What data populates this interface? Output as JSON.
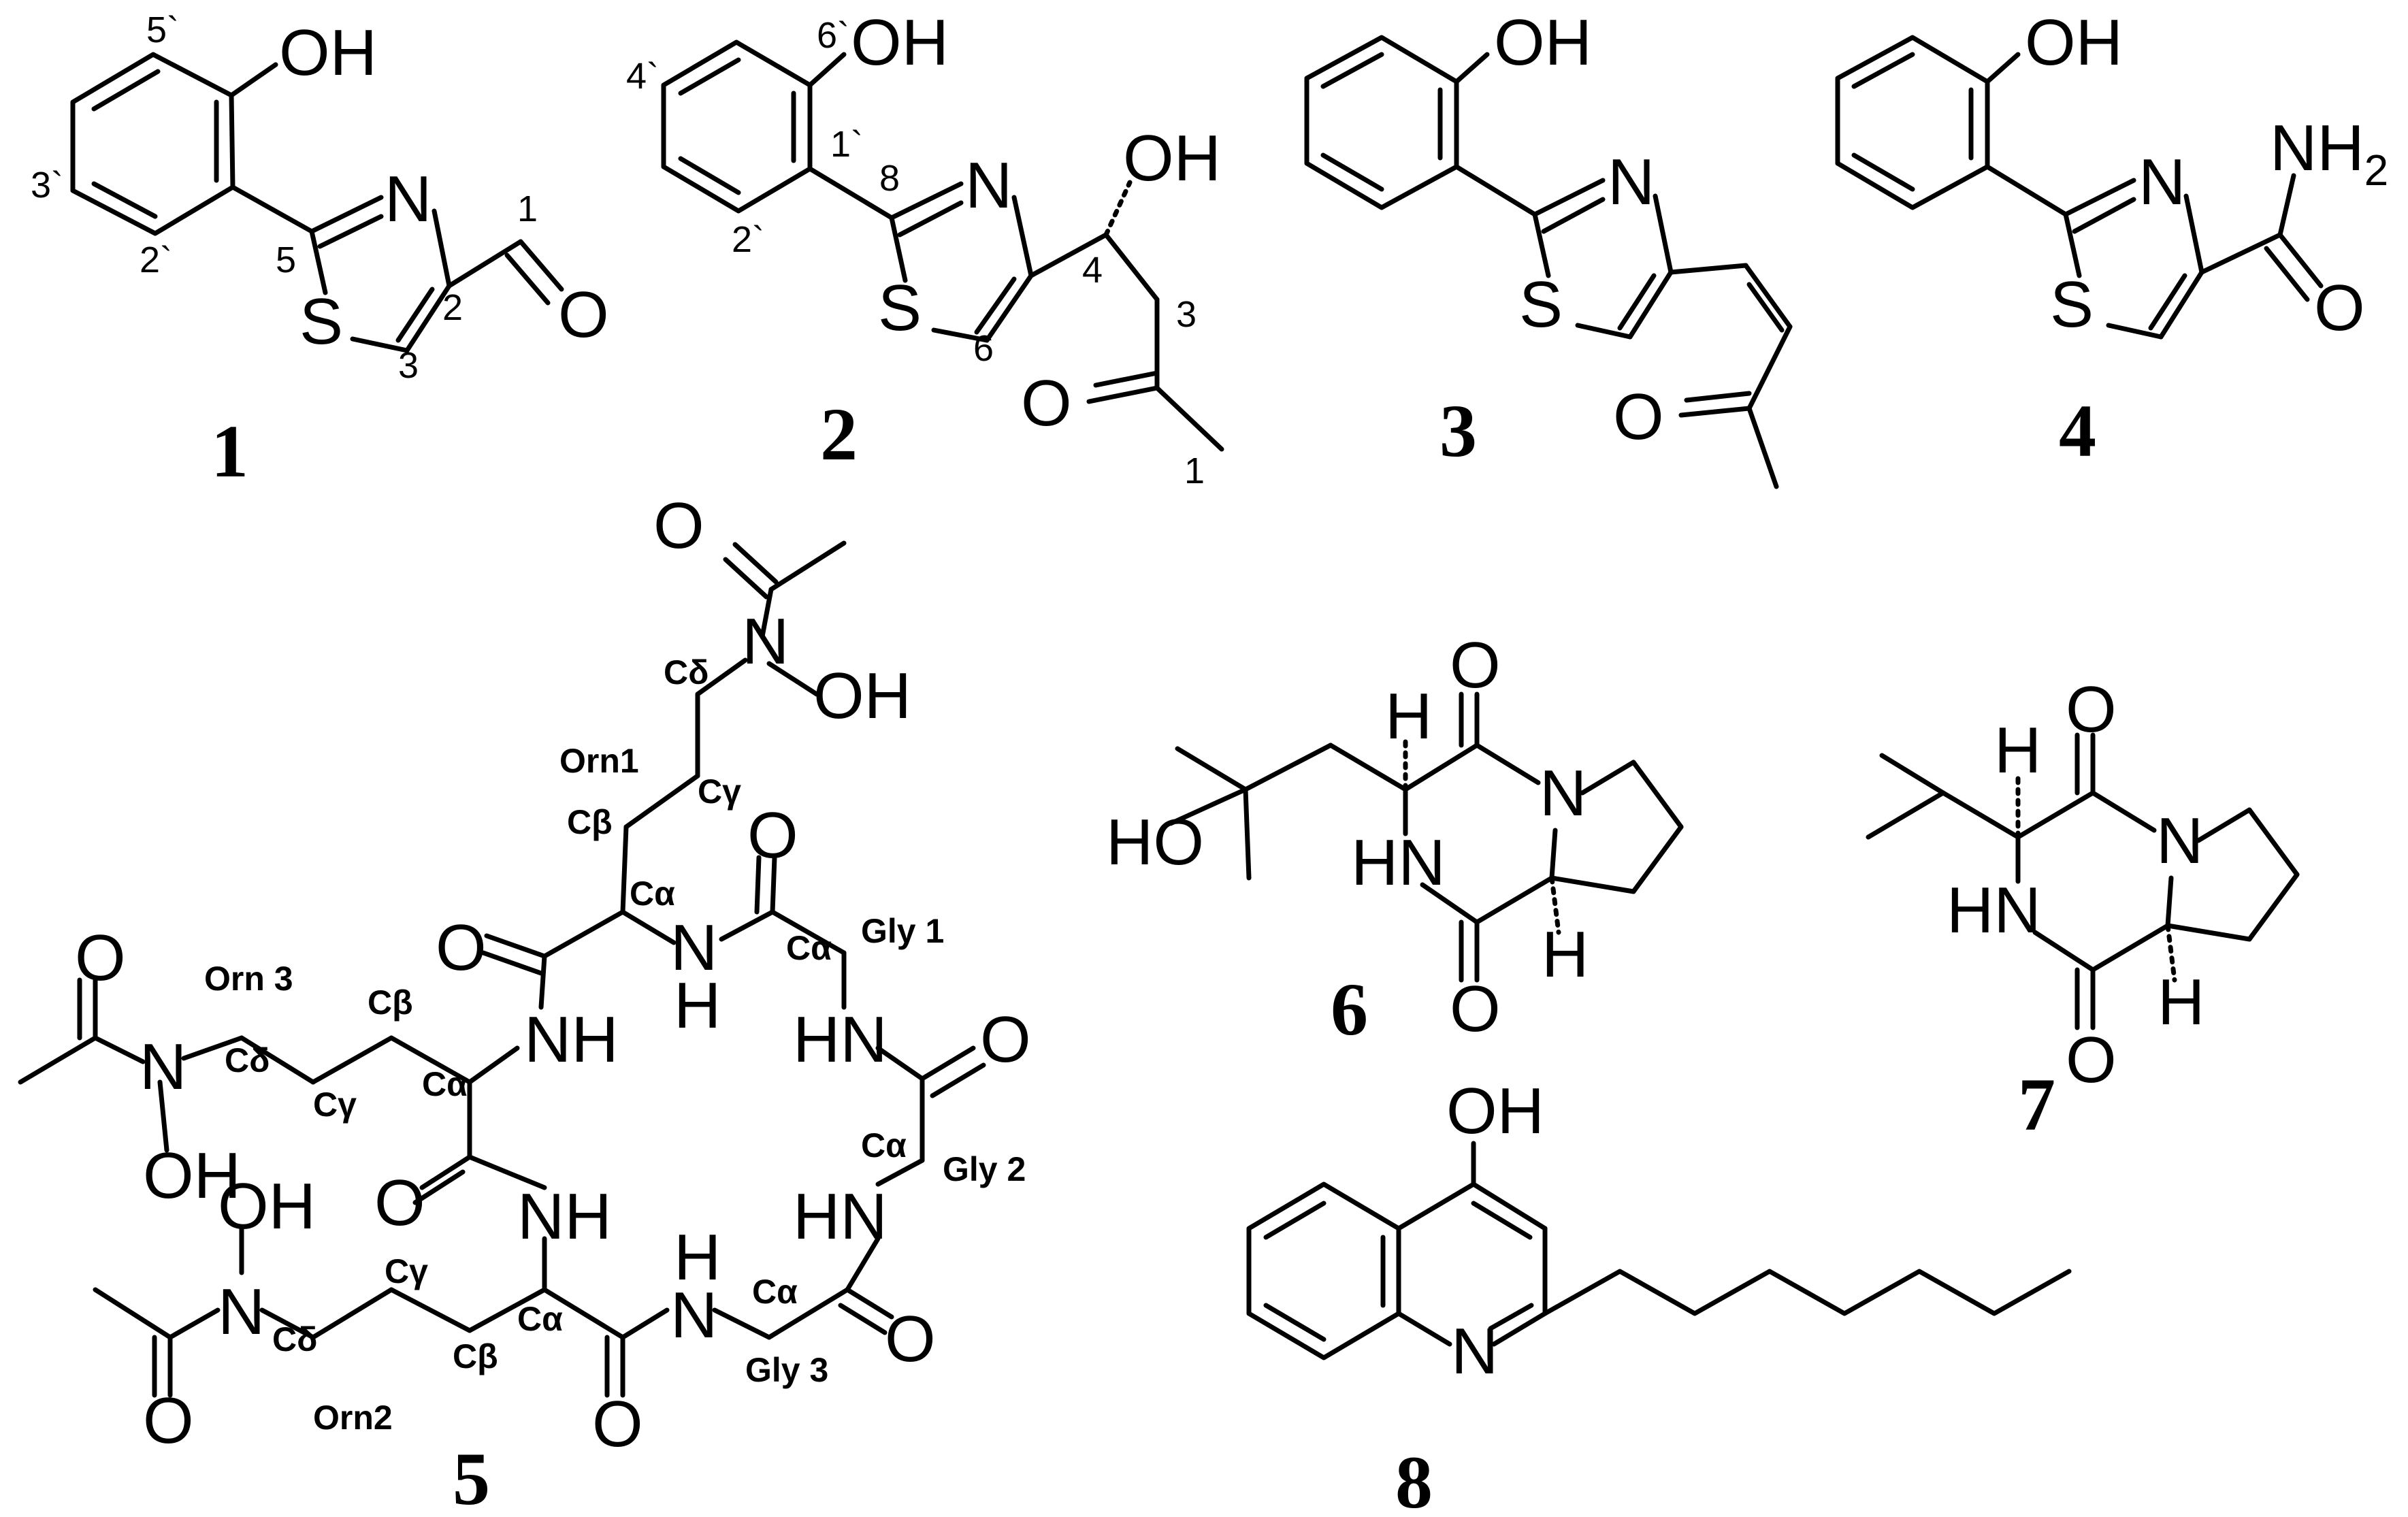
{
  "labels": {
    "c1": {
      "number": "1",
      "OH": "OH",
      "N": "N",
      "S": "S",
      "O": "O",
      "p5": "5`",
      "p3": "3`",
      "p2": "2`",
      "n5": "5",
      "n2": "2",
      "n3": "3",
      "n1": "1"
    },
    "c2": {
      "number": "2",
      "OH": "OH",
      "N": "N",
      "S": "S",
      "O": "O",
      "OH2": "OH",
      "p6": "6`",
      "p4": "4`",
      "p1": "1`",
      "p2": "2`",
      "n8": "8",
      "n6": "6",
      "n4": "4",
      "n3": "3",
      "n1": "1"
    },
    "c3": {
      "number": "3",
      "OH": "OH",
      "N": "N",
      "S": "S",
      "O": "O"
    },
    "c4": {
      "number": "4",
      "OH": "OH",
      "N": "N",
      "S": "S",
      "O": "O",
      "NH2_main": "NH",
      "NH2_sub": "2"
    },
    "c5": {
      "number": "5",
      "O_top": "O",
      "N_top": "N",
      "OH_top": "OH",
      "O_left": "O",
      "N_left": "N",
      "OH_left": "OH",
      "OH_bottom": "OH",
      "N_bottom": "N",
      "O_bottom": "O",
      "O1": "O",
      "O2": "O",
      "O3": "O",
      "O4": "O",
      "O5": "O",
      "O6": "O",
      "NH1_N": "N",
      "NH1_H": "H",
      "NH2": "NH",
      "HN1": "HN",
      "HN2": "HN",
      "NH3": "NH",
      "NH4_H": "H",
      "NH4_N": "N",
      "orn1": "Orn1",
      "orn3": "Orn 3",
      "orn2": "Orn2",
      "gly1": "Gly 1",
      "gly2": "Gly 2",
      "gly3": "Gly 3",
      "cdelta1": "Cδ",
      "cgamma1": "Cγ",
      "cbeta1": "Cβ",
      "calpha1": "Cα",
      "calpha_g1": "Cα",
      "calpha_g2": "Cα",
      "calpha_g3": "Cα",
      "cbeta3": "Cβ",
      "cdelta3": "Cδ",
      "cgamma3": "Cγ",
      "calpha3": "Cα",
      "cgamma2": "Cγ",
      "cdelta2": "Cδ",
      "cbeta2": "Cβ",
      "calpha2": "Cα"
    },
    "c6": {
      "number": "6",
      "H_top": "H",
      "O_top": "O",
      "N": "N",
      "HO": "HO",
      "HN": "HN",
      "O_bottom": "O",
      "H_bottom": "H"
    },
    "c7": {
      "number": "7",
      "H_top": "H",
      "O_top": "O",
      "N": "N",
      "HN": "HN",
      "O_bottom": "O",
      "H_bottom": "H"
    },
    "c8": {
      "number": "8",
      "OH": "OH",
      "N": "N"
    }
  }
}
